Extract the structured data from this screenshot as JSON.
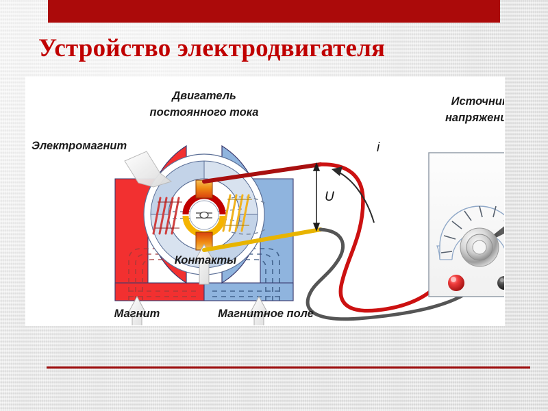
{
  "slide": {
    "title": "Устройство электродвигателя",
    "accent_color": "#c00000",
    "bar_color": "#ab0a0a",
    "background_color": "#e4e4e4"
  },
  "figure": {
    "background": "#ffffff",
    "labels": {
      "motor_title_line1": "Двигатель",
      "motor_title_line2": "постоянного тока",
      "electromagnet": "Электромагнит",
      "contacts": "Контакты",
      "magnet": "Магнит",
      "magnetic_field": "Магнитное поле",
      "source_line1": "Источник",
      "source_line2": "напряжения",
      "voltage_symbol": "U",
      "current_symbol": "i"
    },
    "colors": {
      "magnet_north": "#f23030",
      "magnet_south": "#8fb4de",
      "armature": "#c7d4e6",
      "commutator_top": "#c00000",
      "commutator_bottom": "#f5b400",
      "brush": "#e8820c",
      "wire_positive": "#cc1111",
      "wire_negative": "#555555",
      "terminal_red": "#e53935",
      "terminal_black": "#3c3c3c",
      "field_line": "#b03030",
      "meter_frame": "#9aa4b0"
    }
  }
}
